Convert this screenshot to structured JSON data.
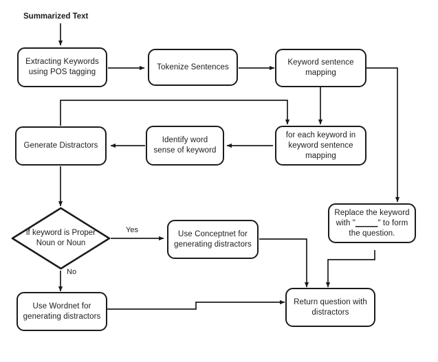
{
  "diagram": {
    "title_caption": "Summarized Text",
    "accent_color": "#1b1b1b",
    "background_color": "#ffffff",
    "nodes": {
      "extract_keywords": "Extracting Keywords using POS tagging",
      "tokenize": "Tokenize Sentences",
      "keyword_sentence_mapping": "Keyword sentence mapping",
      "for_each_keyword": "for each keyword in keyword sentence mapping",
      "identify_word_sense": "Identify word sense of keyword",
      "generate_distractors": "Generate Distractors",
      "decision_noun": "if keyword is Proper Noun or Noun",
      "use_conceptnet": "Use Conceptnet for generating distractors",
      "use_wordnet": "Use Wordnet for generating distractors",
      "replace_keyword_pre": "Replace the keyword with \"",
      "replace_keyword_blank": "_____",
      "replace_keyword_post": "\" to form the question.",
      "return_question": "Return question with distractors"
    },
    "edge_labels": {
      "yes": "Yes",
      "no": "No"
    }
  }
}
